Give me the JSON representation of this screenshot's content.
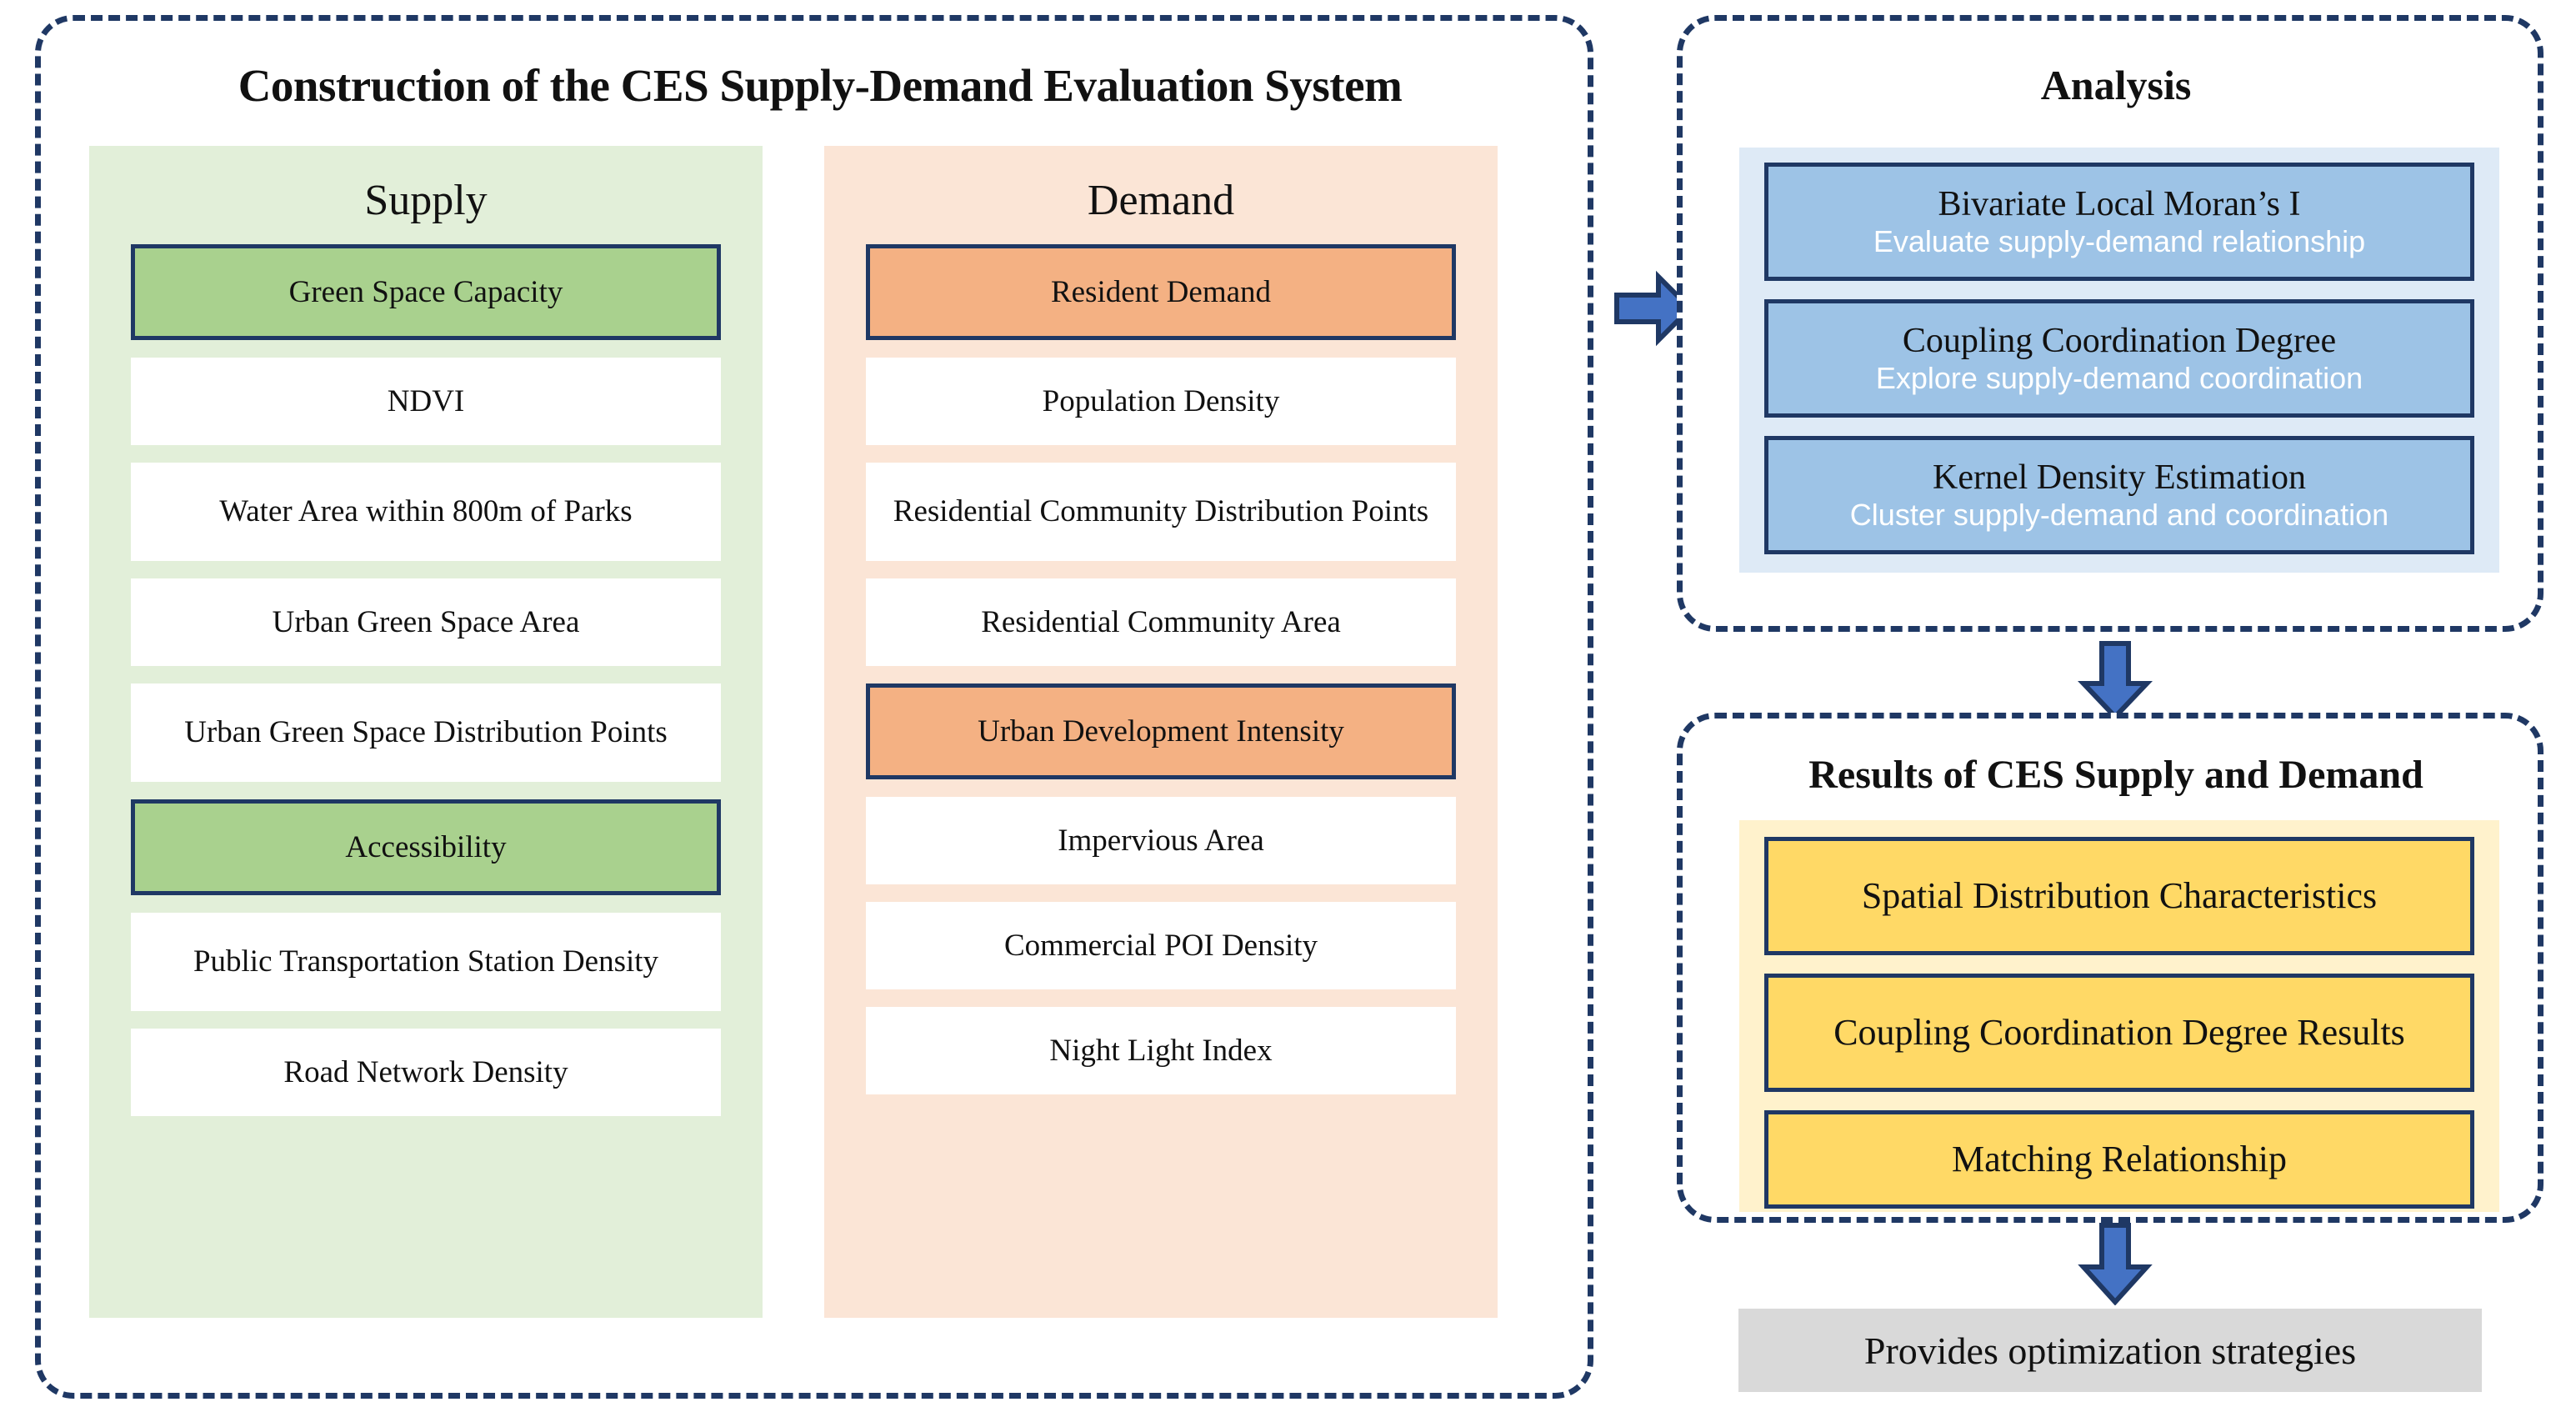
{
  "left": {
    "title": "Construction of the CES Supply-Demand Evaluation System",
    "supply": {
      "title": "Supply",
      "items": [
        {
          "label": "Green Space Capacity",
          "type": "head"
        },
        {
          "label": "NDVI",
          "type": "plain"
        },
        {
          "label": "Water Area within 800m of Parks",
          "type": "plain"
        },
        {
          "label": "Urban Green Space Area",
          "type": "plain"
        },
        {
          "label": "Urban Green Space Distribution Points",
          "type": "plain"
        },
        {
          "label": "Accessibility",
          "type": "head"
        },
        {
          "label": "Public Transportation Station Density",
          "type": "plain"
        },
        {
          "label": "Road Network Density",
          "type": "plain"
        }
      ]
    },
    "demand": {
      "title": "Demand",
      "items": [
        {
          "label": "Resident Demand",
          "type": "head"
        },
        {
          "label": "Population Density",
          "type": "plain"
        },
        {
          "label": "Residential Community Distribution Points",
          "type": "plain"
        },
        {
          "label": "Residential Community Area",
          "type": "plain"
        },
        {
          "label": "Urban Development Intensity",
          "type": "head"
        },
        {
          "label": "Impervious Area",
          "type": "plain"
        },
        {
          "label": "Commercial POI Density",
          "type": "plain"
        },
        {
          "label": "Night Light Index",
          "type": "plain"
        }
      ]
    }
  },
  "analysis": {
    "title": "Analysis",
    "items": [
      {
        "title": "Bivariate Local Moran’s I",
        "subtitle": "Evaluate supply-demand relationship"
      },
      {
        "title": "Coupling Coordination Degree",
        "subtitle": "Explore supply-demand coordination"
      },
      {
        "title": "Kernel Density Estimation",
        "subtitle": "Cluster supply-demand and coordination"
      }
    ]
  },
  "results": {
    "title": "Results of CES Supply and Demand",
    "items": [
      {
        "label": "Spatial Distribution Characteristics"
      },
      {
        "label": "Coupling Coordination Degree Results"
      },
      {
        "label": "Matching Relationship"
      }
    ]
  },
  "footer": {
    "label": "Provides optimization strategies"
  },
  "colors": {
    "border_navy": "#1F3864",
    "supply_panel": "#E2EFD9",
    "supply_head": "#A9D18E",
    "demand_panel": "#FBE5D6",
    "demand_head": "#F4B183",
    "analysis_panel": "#DEEAF6",
    "analysis_box": "#9DC3E6",
    "results_panel": "#FFF2CC",
    "results_box": "#FFD966",
    "footer_box": "#D9D9D9",
    "arrow_fill": "#4472C4"
  }
}
